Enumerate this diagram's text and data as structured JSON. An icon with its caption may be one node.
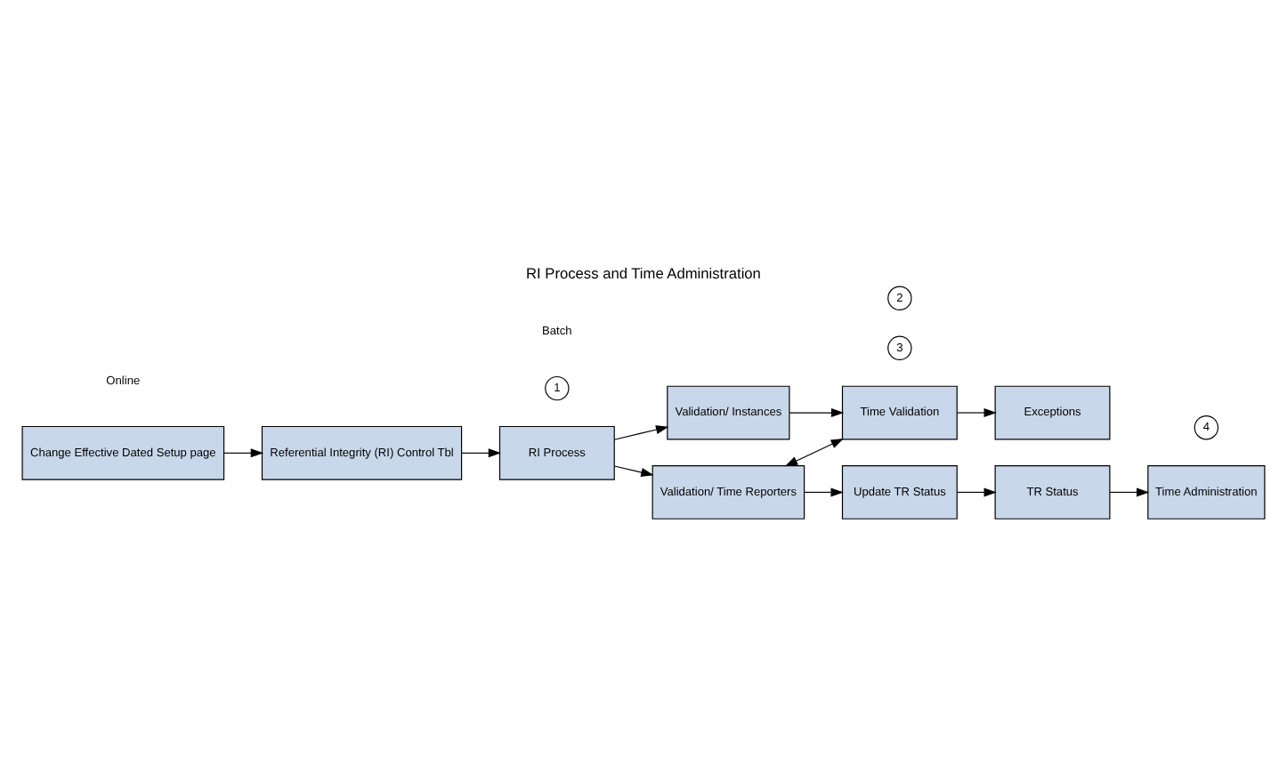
{
  "diagram": {
    "title": "RI Process and Time Administration",
    "nodes": [
      {
        "text": [
          "Change Effective Dated Setup page"
        ]
      },
      {
        "text": [
          "Referential Integrity (RI) Control Tbl"
        ]
      },
      {
        "text": [
          "RI Process"
        ]
      },
      {
        "text": [
          "Validation/ Instances"
        ]
      },
      {
        "text": [
          "Validation/ Time Reporters"
        ]
      },
      {
        "text": [
          "Time Validation"
        ]
      },
      {
        "text": [
          "Exceptions"
        ]
      },
      {
        "text": [
          "Update TR Status"
        ]
      },
      {
        "text": [
          "TR Status"
        ]
      },
      {
        "text": [
          "Time Administration"
        ]
      },
      {
        "text": [
          "1"
        ]
      },
      {
        "text": [
          "3"
        ]
      },
      {
        "text": [
          "2"
        ]
      },
      {
        "text": [
          "4"
        ]
      }
    ],
    "edges": [
      {
        "from": 0,
        "to": 1,
        "arrow": "to"
      },
      {
        "from": 1,
        "to": 2,
        "arrow": "to"
      },
      {
        "from": 2,
        "to": 3,
        "arrow": "to"
      },
      {
        "from": 2,
        "to": 4,
        "arrow": "to"
      },
      {
        "from": 3,
        "to": 5,
        "arrow": "to"
      },
      {
        "from": 4,
        "to": 5,
        "arrow": "both"
      },
      {
        "from": 5,
        "to": 6,
        "arrow": "to"
      },
      {
        "from": 4,
        "to": 7,
        "arrow": "to"
      },
      {
        "from": 7,
        "to": 8,
        "arrow": "to"
      },
      {
        "from": 8,
        "to": 9,
        "arrow": "to"
      }
    ],
    "labels": [
      "Online",
      "Batch"
    ]
  }
}
